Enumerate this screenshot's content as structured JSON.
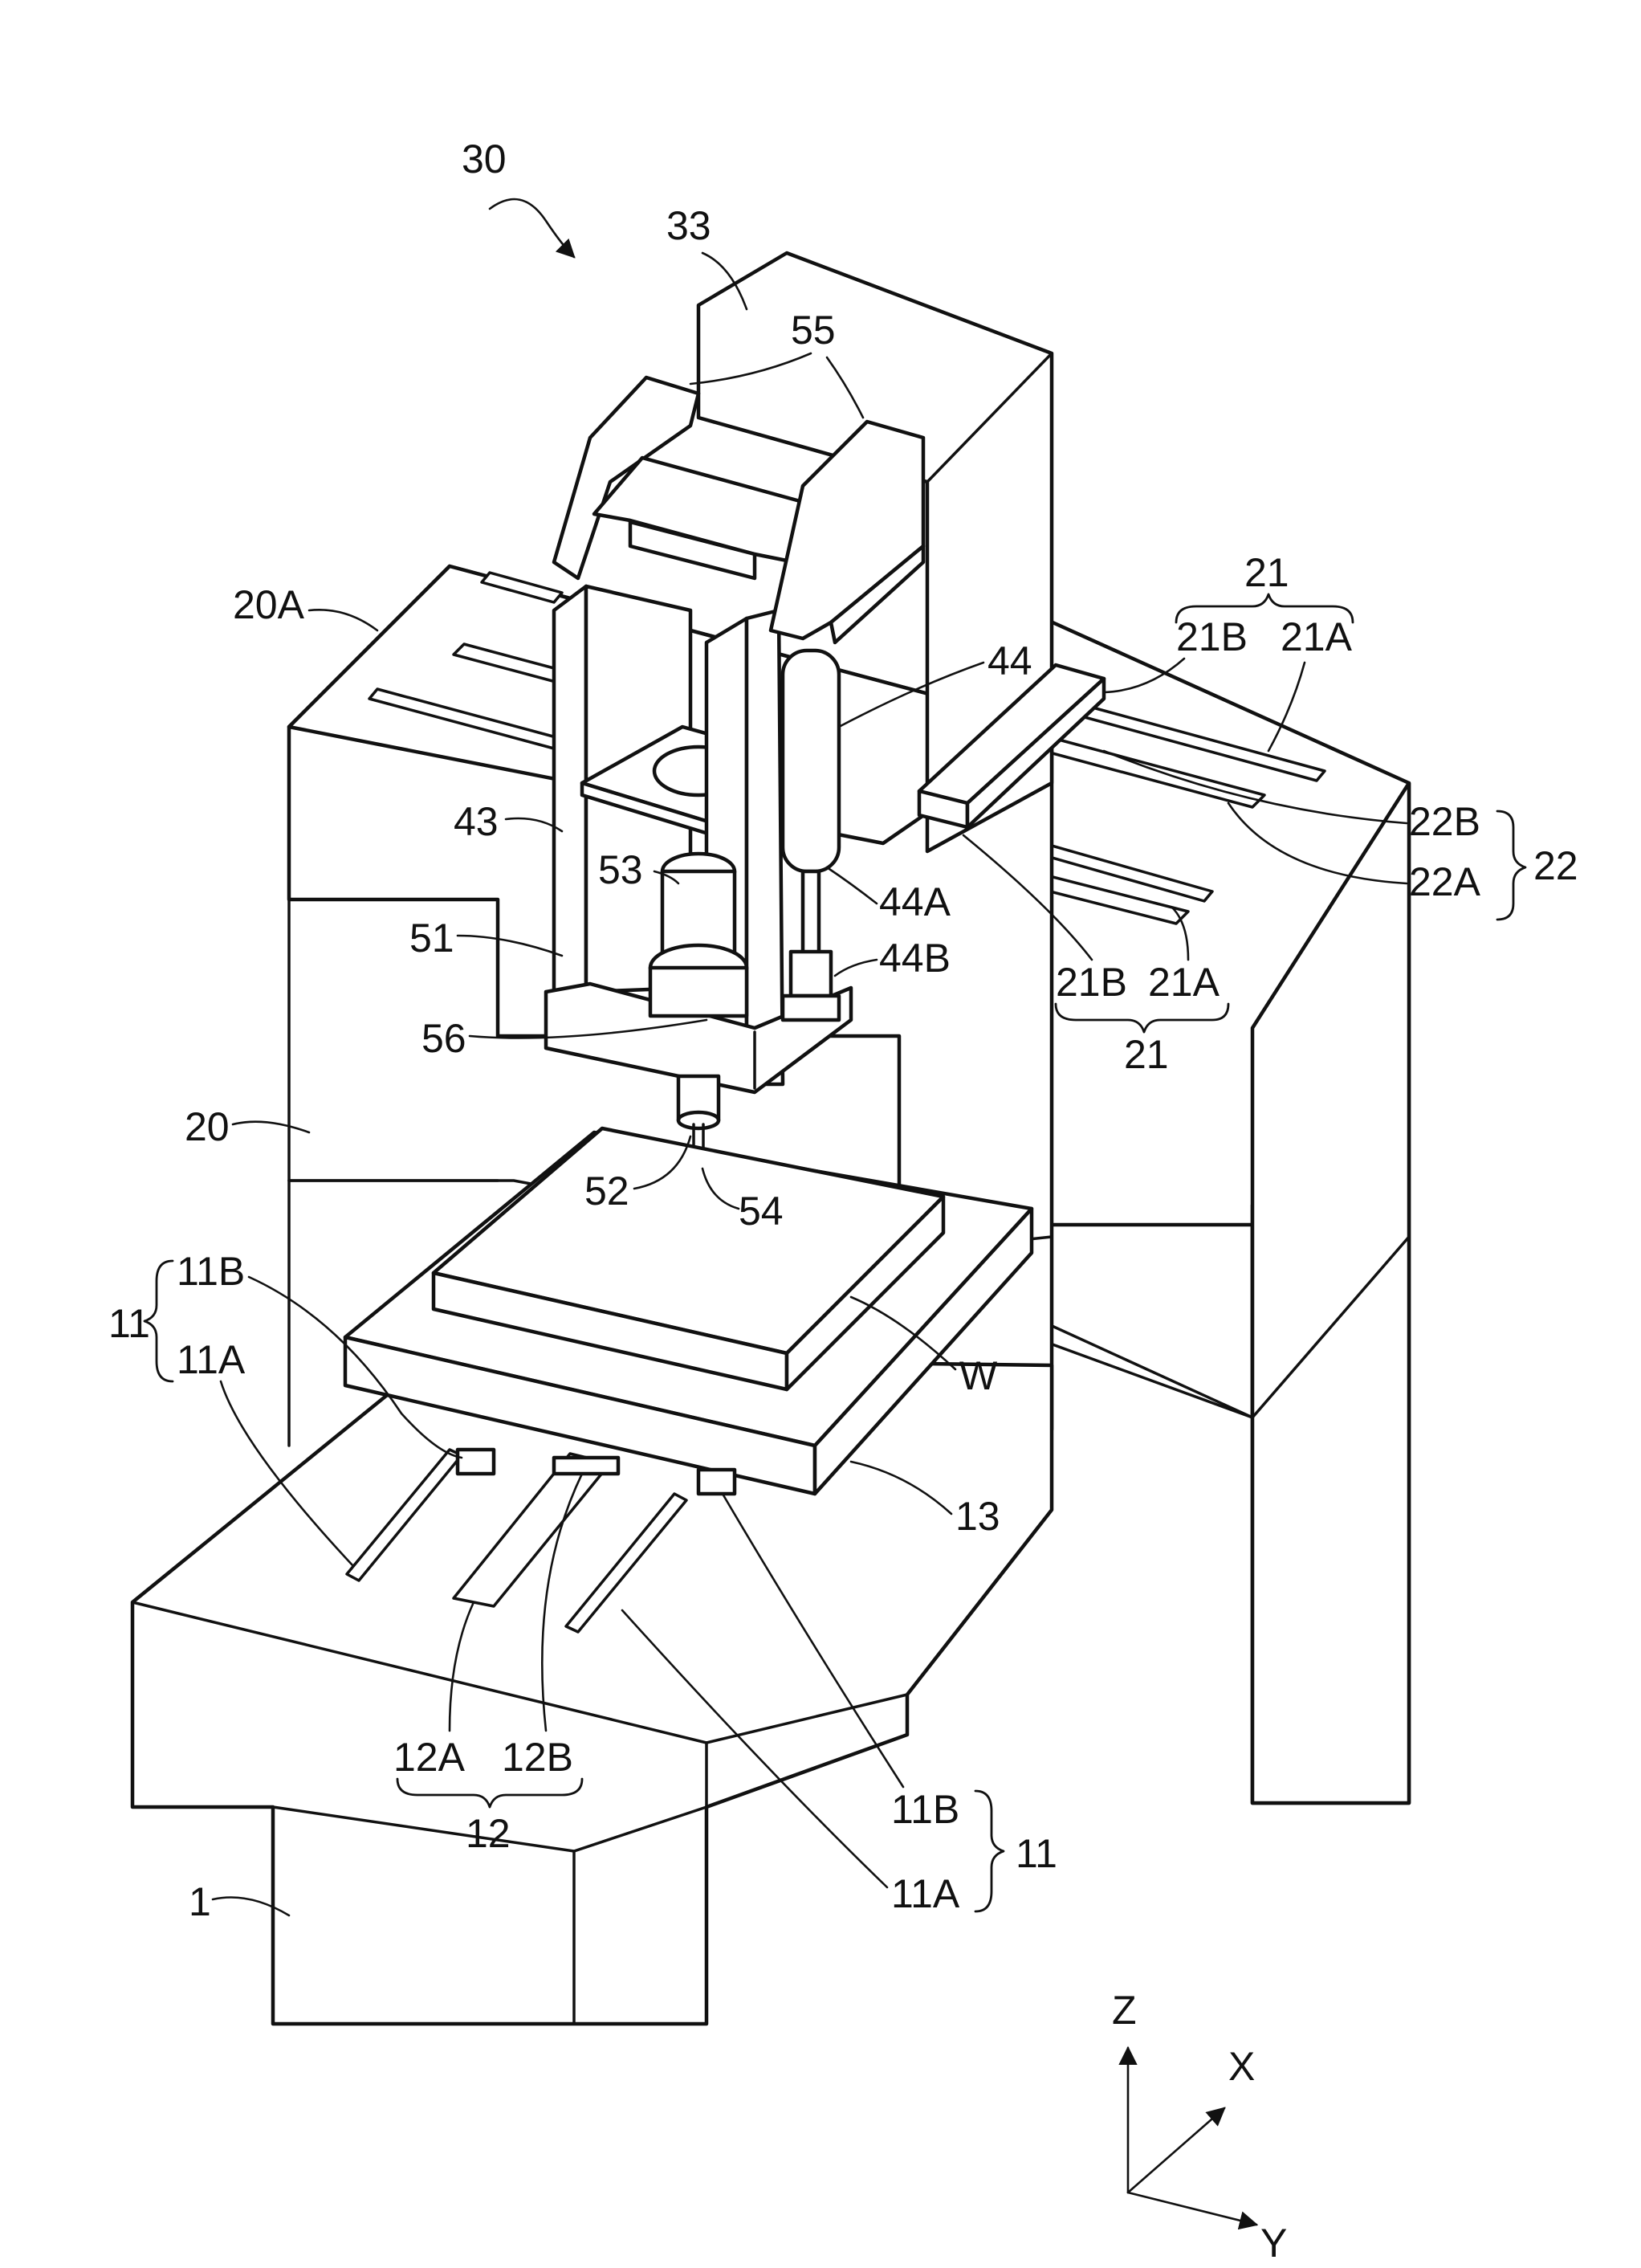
{
  "labels": {
    "l30": "30",
    "l33": "33",
    "l55": "55",
    "l20A": "20A",
    "l21top": "21",
    "l21Btop": "21B",
    "l21Atop": "21A",
    "l44": "44",
    "l22B": "22B",
    "l22": "22",
    "l22A": "22A",
    "l43": "43",
    "l53": "53",
    "l44A": "44A",
    "l51": "51",
    "l44B": "44B",
    "l21Bbot": "21B",
    "l21Abot": "21A",
    "l21bot": "21",
    "l56": "56",
    "l20": "20",
    "l52": "52",
    "l54": "54",
    "l11left": "11",
    "l11Bleft": "11B",
    "l11Aleft": "11A",
    "lW": "W",
    "l13": "13",
    "l12A": "12A",
    "l12B": "12B",
    "l12": "12",
    "l11Bright": "11B",
    "l11right": "11",
    "l11Aright": "11A",
    "l1": "1"
  },
  "axes": {
    "z": "Z",
    "x": "X",
    "y": "Y"
  }
}
